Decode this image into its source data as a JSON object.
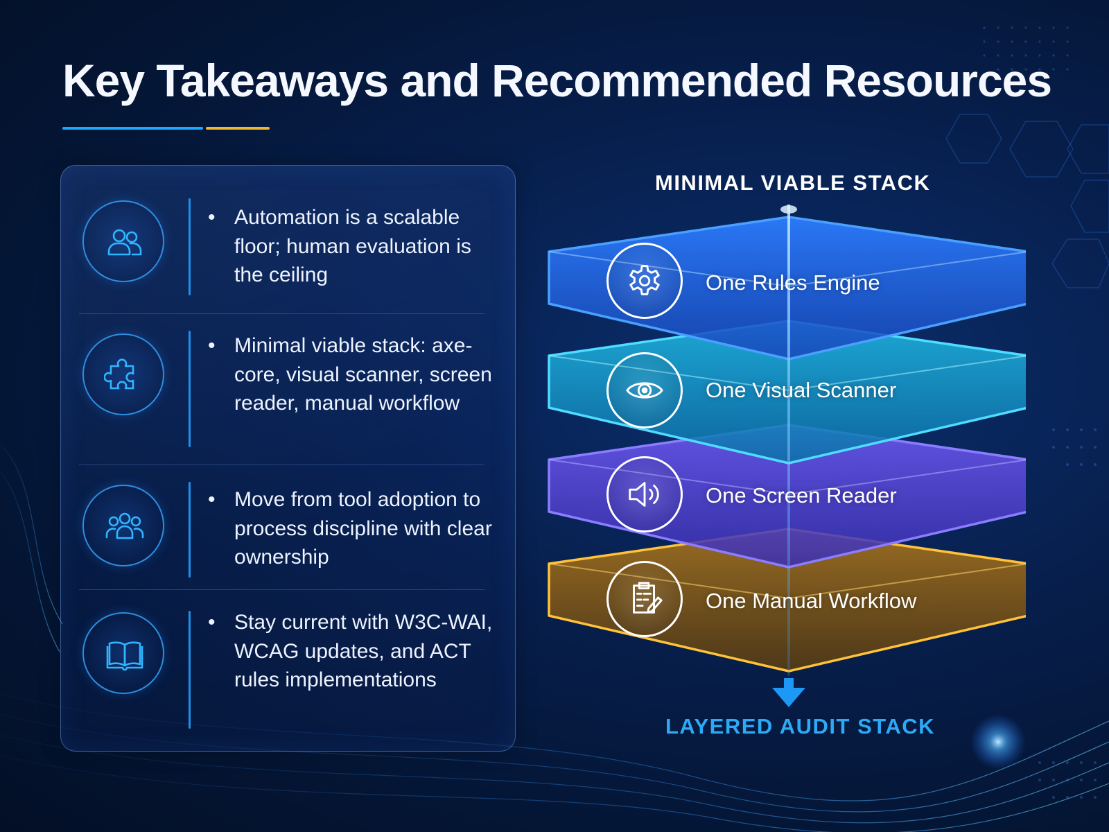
{
  "title": "Key Takeaways and Recommended Resources",
  "colors": {
    "background": "#06183d",
    "accent_blue": "#1da8ff",
    "accent_gold": "#f0b52a",
    "layer_rules_engine": "#1f5fd6",
    "layer_visual_scanner": "#1fb2d8",
    "layer_screen_reader": "#5b4bdc",
    "layer_manual_workflow": "#d99a1e"
  },
  "takeaways": [
    {
      "icon": "users-icon",
      "bullet": "•",
      "text": "Automation is a scalable floor; human evaluation is the ceiling"
    },
    {
      "icon": "puzzle-icon",
      "bullet": "•",
      "text": "Minimal viable stack: axe-core, visual scanner, screen reader, manual workflow"
    },
    {
      "icon": "team-icon",
      "bullet": "•",
      "text": "Move from tool adoption to process discipline with clear ownership"
    },
    {
      "icon": "book-icon",
      "bullet": "•",
      "text": "Stay current with W3C-WAI, WCAG updates, and ACT rules implementations"
    }
  ],
  "stack": {
    "title": "MINIMAL VIABLE STACK",
    "layers": [
      {
        "label": "One Rules Engine",
        "icon": "gear-icon"
      },
      {
        "label": "One Visual Scanner",
        "icon": "eye-icon"
      },
      {
        "label": "One Screen Reader",
        "icon": "speaker-icon"
      },
      {
        "label": "One Manual Workflow",
        "icon": "clipboard-icon"
      }
    ],
    "footer": "LAYERED AUDIT STACK"
  }
}
